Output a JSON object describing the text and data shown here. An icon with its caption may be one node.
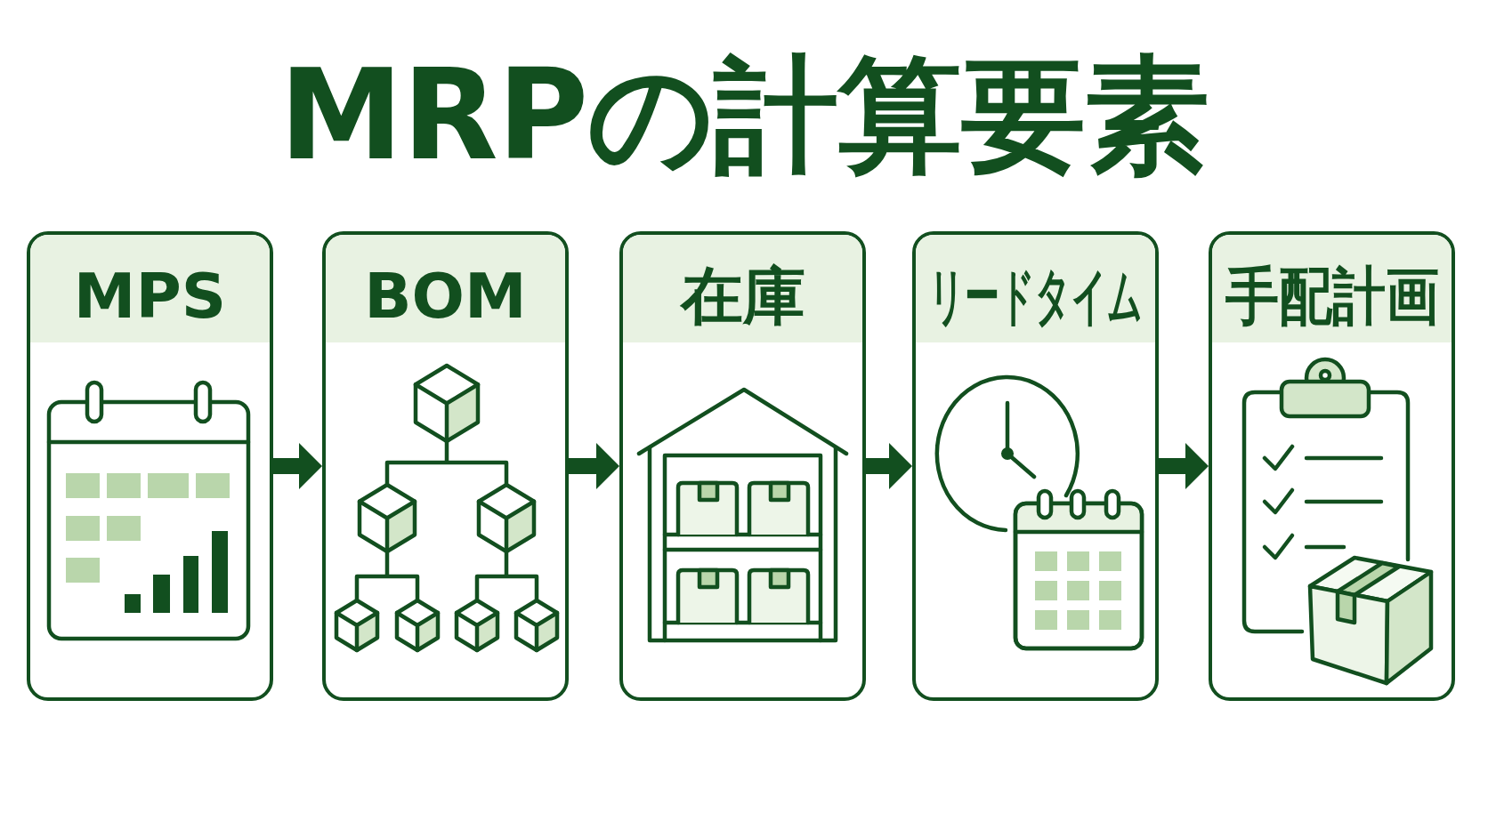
{
  "diagram": {
    "title": "MRPの計算要素",
    "nodes": [
      {
        "text": [
          "MPS"
        ]
      },
      {
        "text": [
          "BOM"
        ]
      },
      {
        "text": [
          "在庫"
        ]
      },
      {
        "text": [
          "リードタイム"
        ]
      },
      {
        "text": [
          "手配計画"
        ]
      }
    ],
    "edges": [
      {
        "from": 0,
        "to": 1,
        "arrow": "to"
      },
      {
        "from": 1,
        "to": 2,
        "arrow": "to"
      },
      {
        "from": 2,
        "to": 3,
        "arrow": "to"
      },
      {
        "from": 3,
        "to": 4,
        "arrow": "to"
      }
    ]
  }
}
